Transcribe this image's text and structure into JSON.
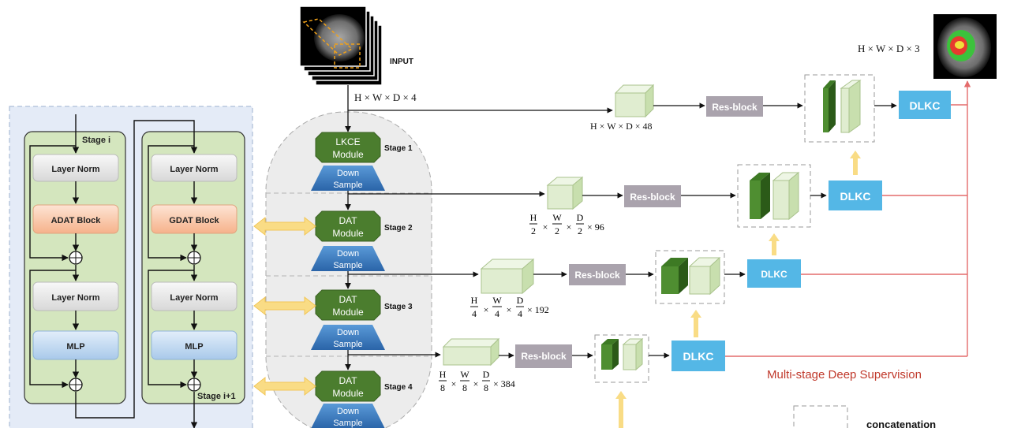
{
  "input_label": "INPUT",
  "output_dim": "H × W × D × 3",
  "input_dim": "H × W × D × 4",
  "left_panel": {
    "col_a": {
      "stage_label": "Stage i",
      "block1": "Layer Norm",
      "attention_block": "ADAT Block",
      "block2": "Layer Norm",
      "mlp": "MLP"
    },
    "col_b": {
      "block1": "Layer Norm",
      "attention_block": "GDAT Block",
      "block2": "Layer Norm",
      "mlp": "MLP",
      "stage_label": "Stage i+1"
    }
  },
  "encoder": {
    "stages": [
      {
        "module_line1": "LKCE",
        "module_line2": "Module",
        "down_line1": "Down",
        "down_line2": "Sample",
        "stage": "Stage 1"
      },
      {
        "module_line1": "DAT",
        "module_line2": "Module",
        "down_line1": "Down",
        "down_line2": "Sample",
        "stage": "Stage 2"
      },
      {
        "module_line1": "DAT",
        "module_line2": "Module",
        "down_line1": "Down",
        "down_line2": "Sample",
        "stage": "Stage 3"
      },
      {
        "module_line1": "DAT",
        "module_line2": "Module",
        "down_line1": "Down",
        "down_line2": "Sample",
        "stage": "Stage 4"
      }
    ]
  },
  "features": {
    "f1": {
      "dim": "H × W × D × 48"
    },
    "f2": {
      "n1": "H",
      "n2": "W",
      "n3": "D",
      "den": "2",
      "suffix": "× 96"
    },
    "f3": {
      "n1": "H",
      "n2": "W",
      "n3": "D",
      "den": "4",
      "suffix": "× 192"
    },
    "f4": {
      "n1": "H",
      "n2": "W",
      "n3": "D",
      "den": "8",
      "suffix": "× 384"
    }
  },
  "res_block": "Res-block",
  "dlkc": "DLKC",
  "times": "×",
  "deep_supervision": "Multi-stage Deep Supervision",
  "legend_concat": "concatenation",
  "colors": {
    "panel_bg": "#e4ebf7",
    "block_green": "#d4e6be",
    "module_green": "#4b7d2e",
    "down_blue": "#2f6fb4",
    "res_gray": "#aaa3ad",
    "dlkc_blue": "#54b7e6",
    "red_line": "#e46b6b",
    "adat_orange": "#f8c8a8",
    "mlp_blue": "#b9d4ef",
    "yellow_arrow": "#f9dc85"
  }
}
